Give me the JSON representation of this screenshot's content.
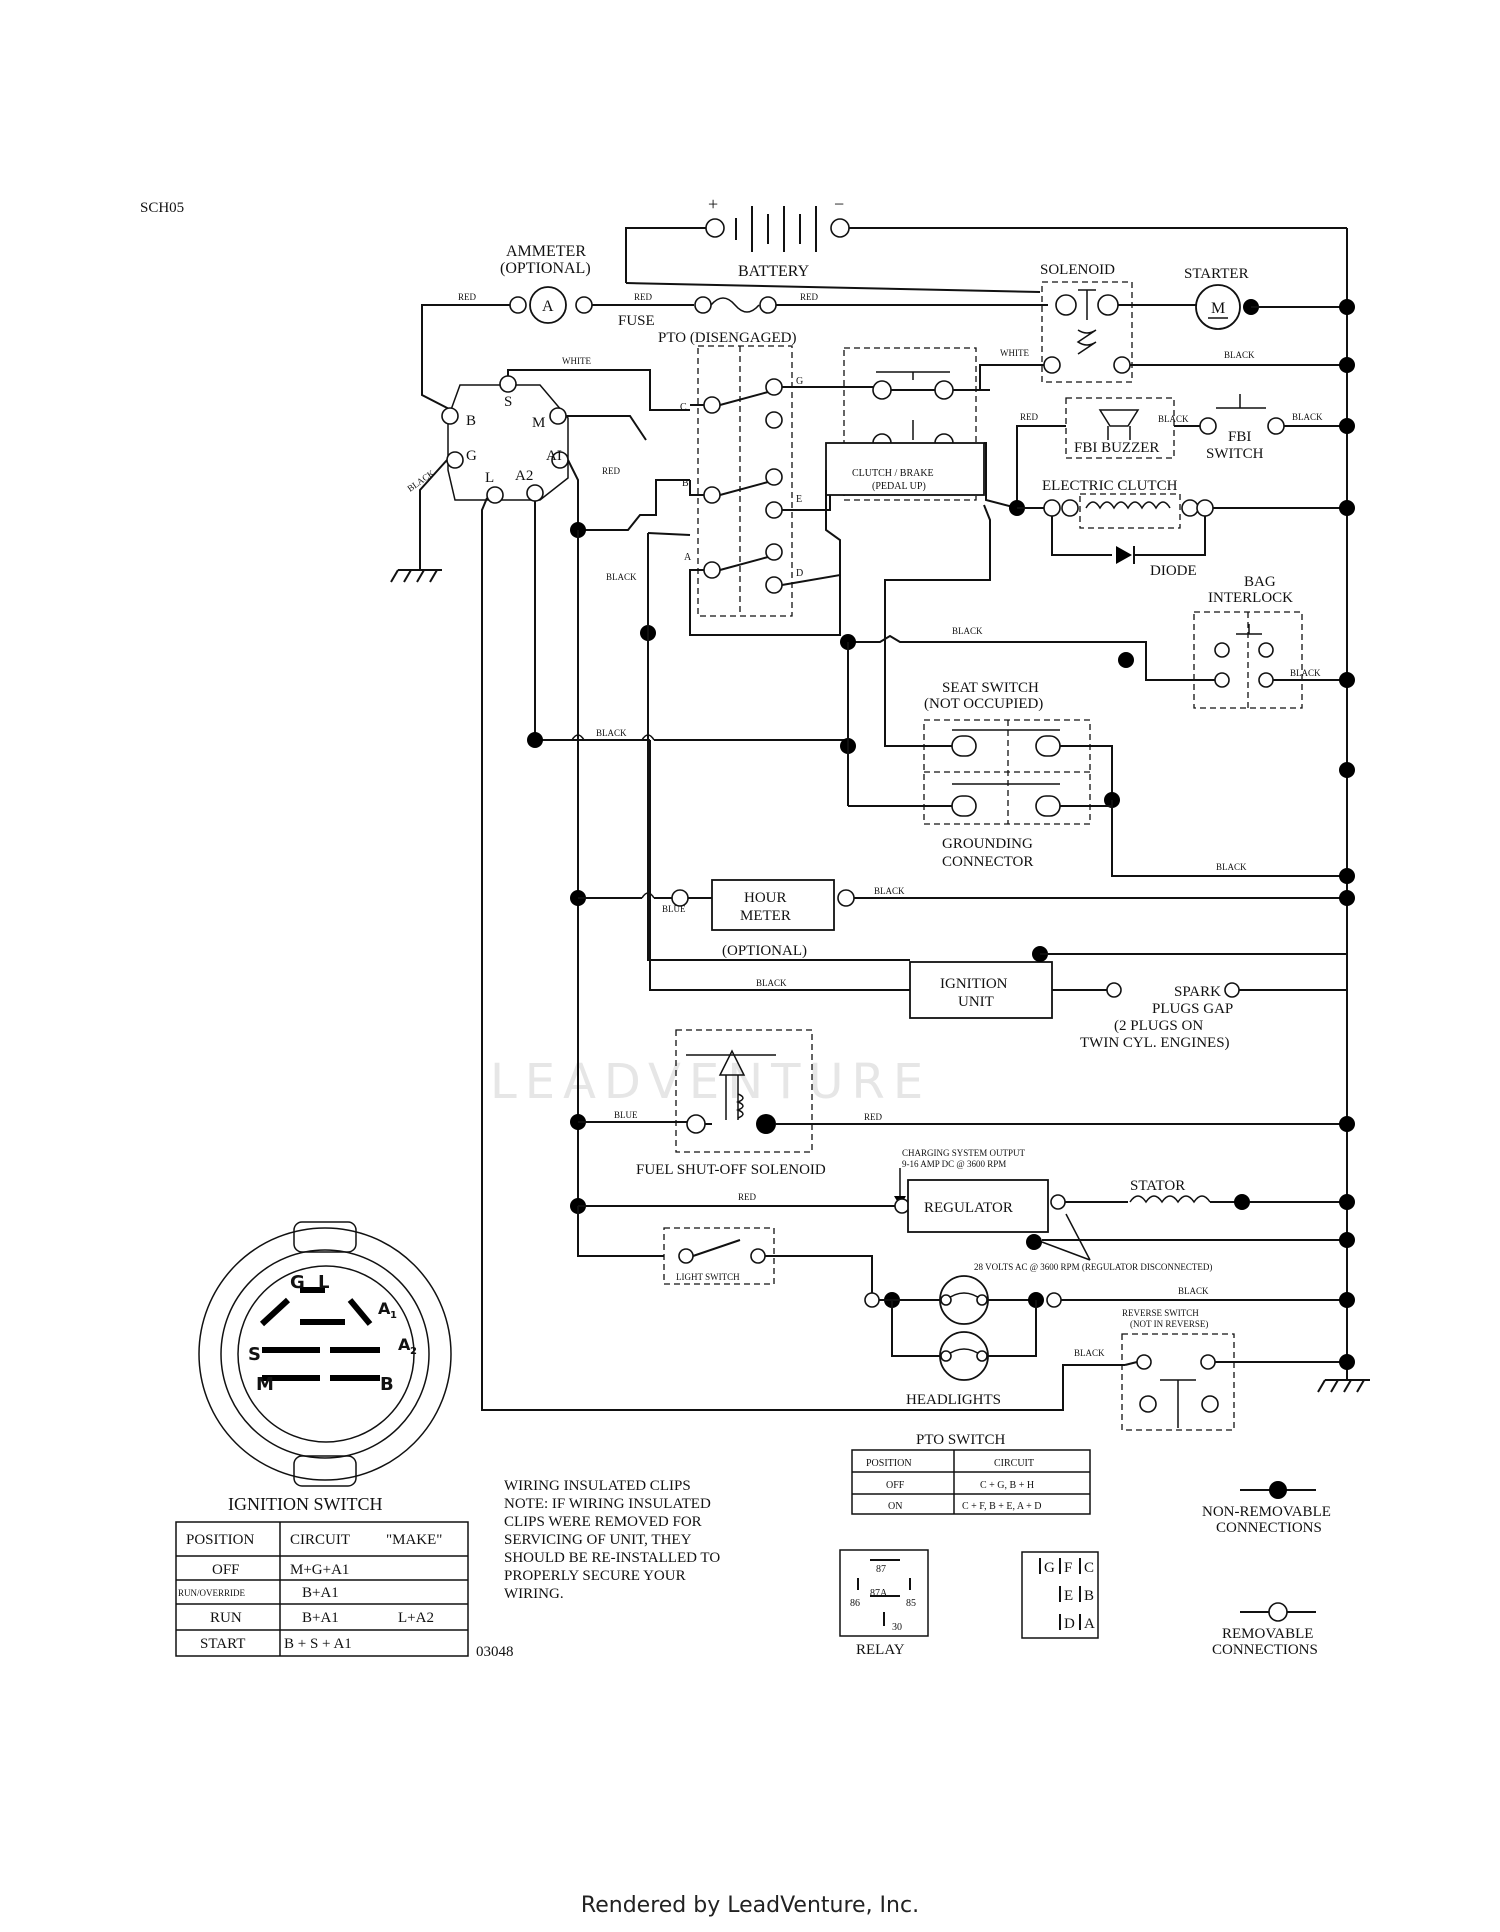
{
  "diagram_id": "SCH05",
  "drawing_no": "03048",
  "labels": {
    "battery": "BATTERY",
    "battery_pos": "+",
    "battery_neg": "−",
    "ammeter_l1": "AMMETER",
    "ammeter_l2": "(OPTIONAL)",
    "ammeter_symbol": "A",
    "fuse": "FUSE",
    "solenoid": "SOLENOID",
    "starter": "STARTER",
    "starter_symbol": "M",
    "pto": "PTO (DISENGAGED)",
    "clutch_brake_l1": "CLUTCH / BRAKE",
    "clutch_brake_l2": "(PEDAL UP)",
    "fbi_buzzer": "FBI BUZZER",
    "fbi_switch_l1": "FBI",
    "fbi_switch_l2": "SWITCH",
    "electric_clutch": "ELECTRIC CLUTCH",
    "diode": "DIODE",
    "bag_interlock_l1": "BAG",
    "bag_interlock_l2": "INTERLOCK",
    "seat_switch_l1": "SEAT SWITCH",
    "seat_switch_l2": "(NOT OCCUPIED)",
    "grounding_l1": "GROUNDING",
    "grounding_l2": "CONNECTOR",
    "hour_meter_l1": "HOUR",
    "hour_meter_l2": "METER",
    "hour_meter_opt": "(OPTIONAL)",
    "ignition_unit_l1": "IGNITION",
    "ignition_unit_l2": "UNIT",
    "spark_l1": "SPARK",
    "spark_l2": "PLUGS GAP",
    "spark_l3": "(2 PLUGS ON",
    "spark_l4": "TWIN CYL. ENGINES)",
    "fuel_shutoff": "FUEL SHUT-OFF SOLENOID",
    "charging_l1": "CHARGING SYSTEM OUTPUT",
    "charging_l2": "9-16 AMP DC @ 3600 RPM",
    "regulator": "REGULATOR",
    "stator": "STATOR",
    "regulator_note": "28 VOLTS AC @ 3600 RPM (REGULATOR DISCONNECTED)",
    "light_switch": "LIGHT SWITCH",
    "headlights": "HEADLIGHTS",
    "reverse_l1": "REVERSE SWITCH",
    "reverse_l2": "(NOT IN REVERSE)",
    "ignition_switch": "IGNITION SWITCH",
    "relay": "RELAY"
  },
  "wire_colors": {
    "red": "RED",
    "white": "WHITE",
    "black": "BLACK",
    "blue": "BLUE"
  },
  "ign_terminals": {
    "s": "S",
    "b": "B",
    "m": "M",
    "g": "G",
    "l": "L",
    "a2": "A2",
    "a1": "AI"
  },
  "pto_terminals": {
    "c": "C",
    "g": "G",
    "b": "B",
    "e": "E",
    "a": "A",
    "d": "D"
  },
  "ign_face": {
    "g": "G",
    "l": "L",
    "a1": "A",
    "a1_sub": "1",
    "a2": "A",
    "a2_sub": "2",
    "s": "S",
    "m": "M",
    "b": "B"
  },
  "ignition_table": {
    "headers": [
      "POSITION",
      "CIRCUIT",
      "\"MAKE\""
    ],
    "rows": [
      {
        "position": "OFF",
        "circuit": "M+G+A1",
        "extra": ""
      },
      {
        "position": "RUN/OVERRIDE",
        "circuit": "B+A1",
        "extra": ""
      },
      {
        "position": "RUN",
        "circuit": "B+A1",
        "extra": "L+A2"
      },
      {
        "position": "START",
        "circuit": "B + S + A1",
        "extra": ""
      }
    ]
  },
  "pto_table": {
    "title": "PTO SWITCH",
    "headers": [
      "POSITION",
      "CIRCUIT"
    ],
    "rows": [
      {
        "position": "OFF",
        "circuit": "C + G, B + H"
      },
      {
        "position": "ON",
        "circuit": "C + F, B + E, A + D"
      }
    ]
  },
  "note_lines": [
    "WIRING INSULATED CLIPS",
    "NOTE:  IF WIRING INSULATED",
    "CLIPS WERE REMOVED FOR",
    "SERVICING OF UNIT, THEY",
    "SHOULD BE RE-INSTALLED TO",
    "PROPERLY SECURE YOUR",
    "WIRING."
  ],
  "relay_pins": {
    "p87": "87",
    "p87a": "87A",
    "p86": "86",
    "p85": "85",
    "p30": "30"
  },
  "pin_grid": [
    "G",
    "F",
    "C",
    "E",
    "B",
    "D",
    "A"
  ],
  "legend": {
    "nonremovable_l1": "NON-REMOVABLE",
    "nonremovable_l2": "CONNECTIONS",
    "removable_l1": "REMOVABLE",
    "removable_l2": "CONNECTIONS"
  },
  "watermark": "LEADVENTURE",
  "footer": "Rendered by LeadVenture, Inc."
}
